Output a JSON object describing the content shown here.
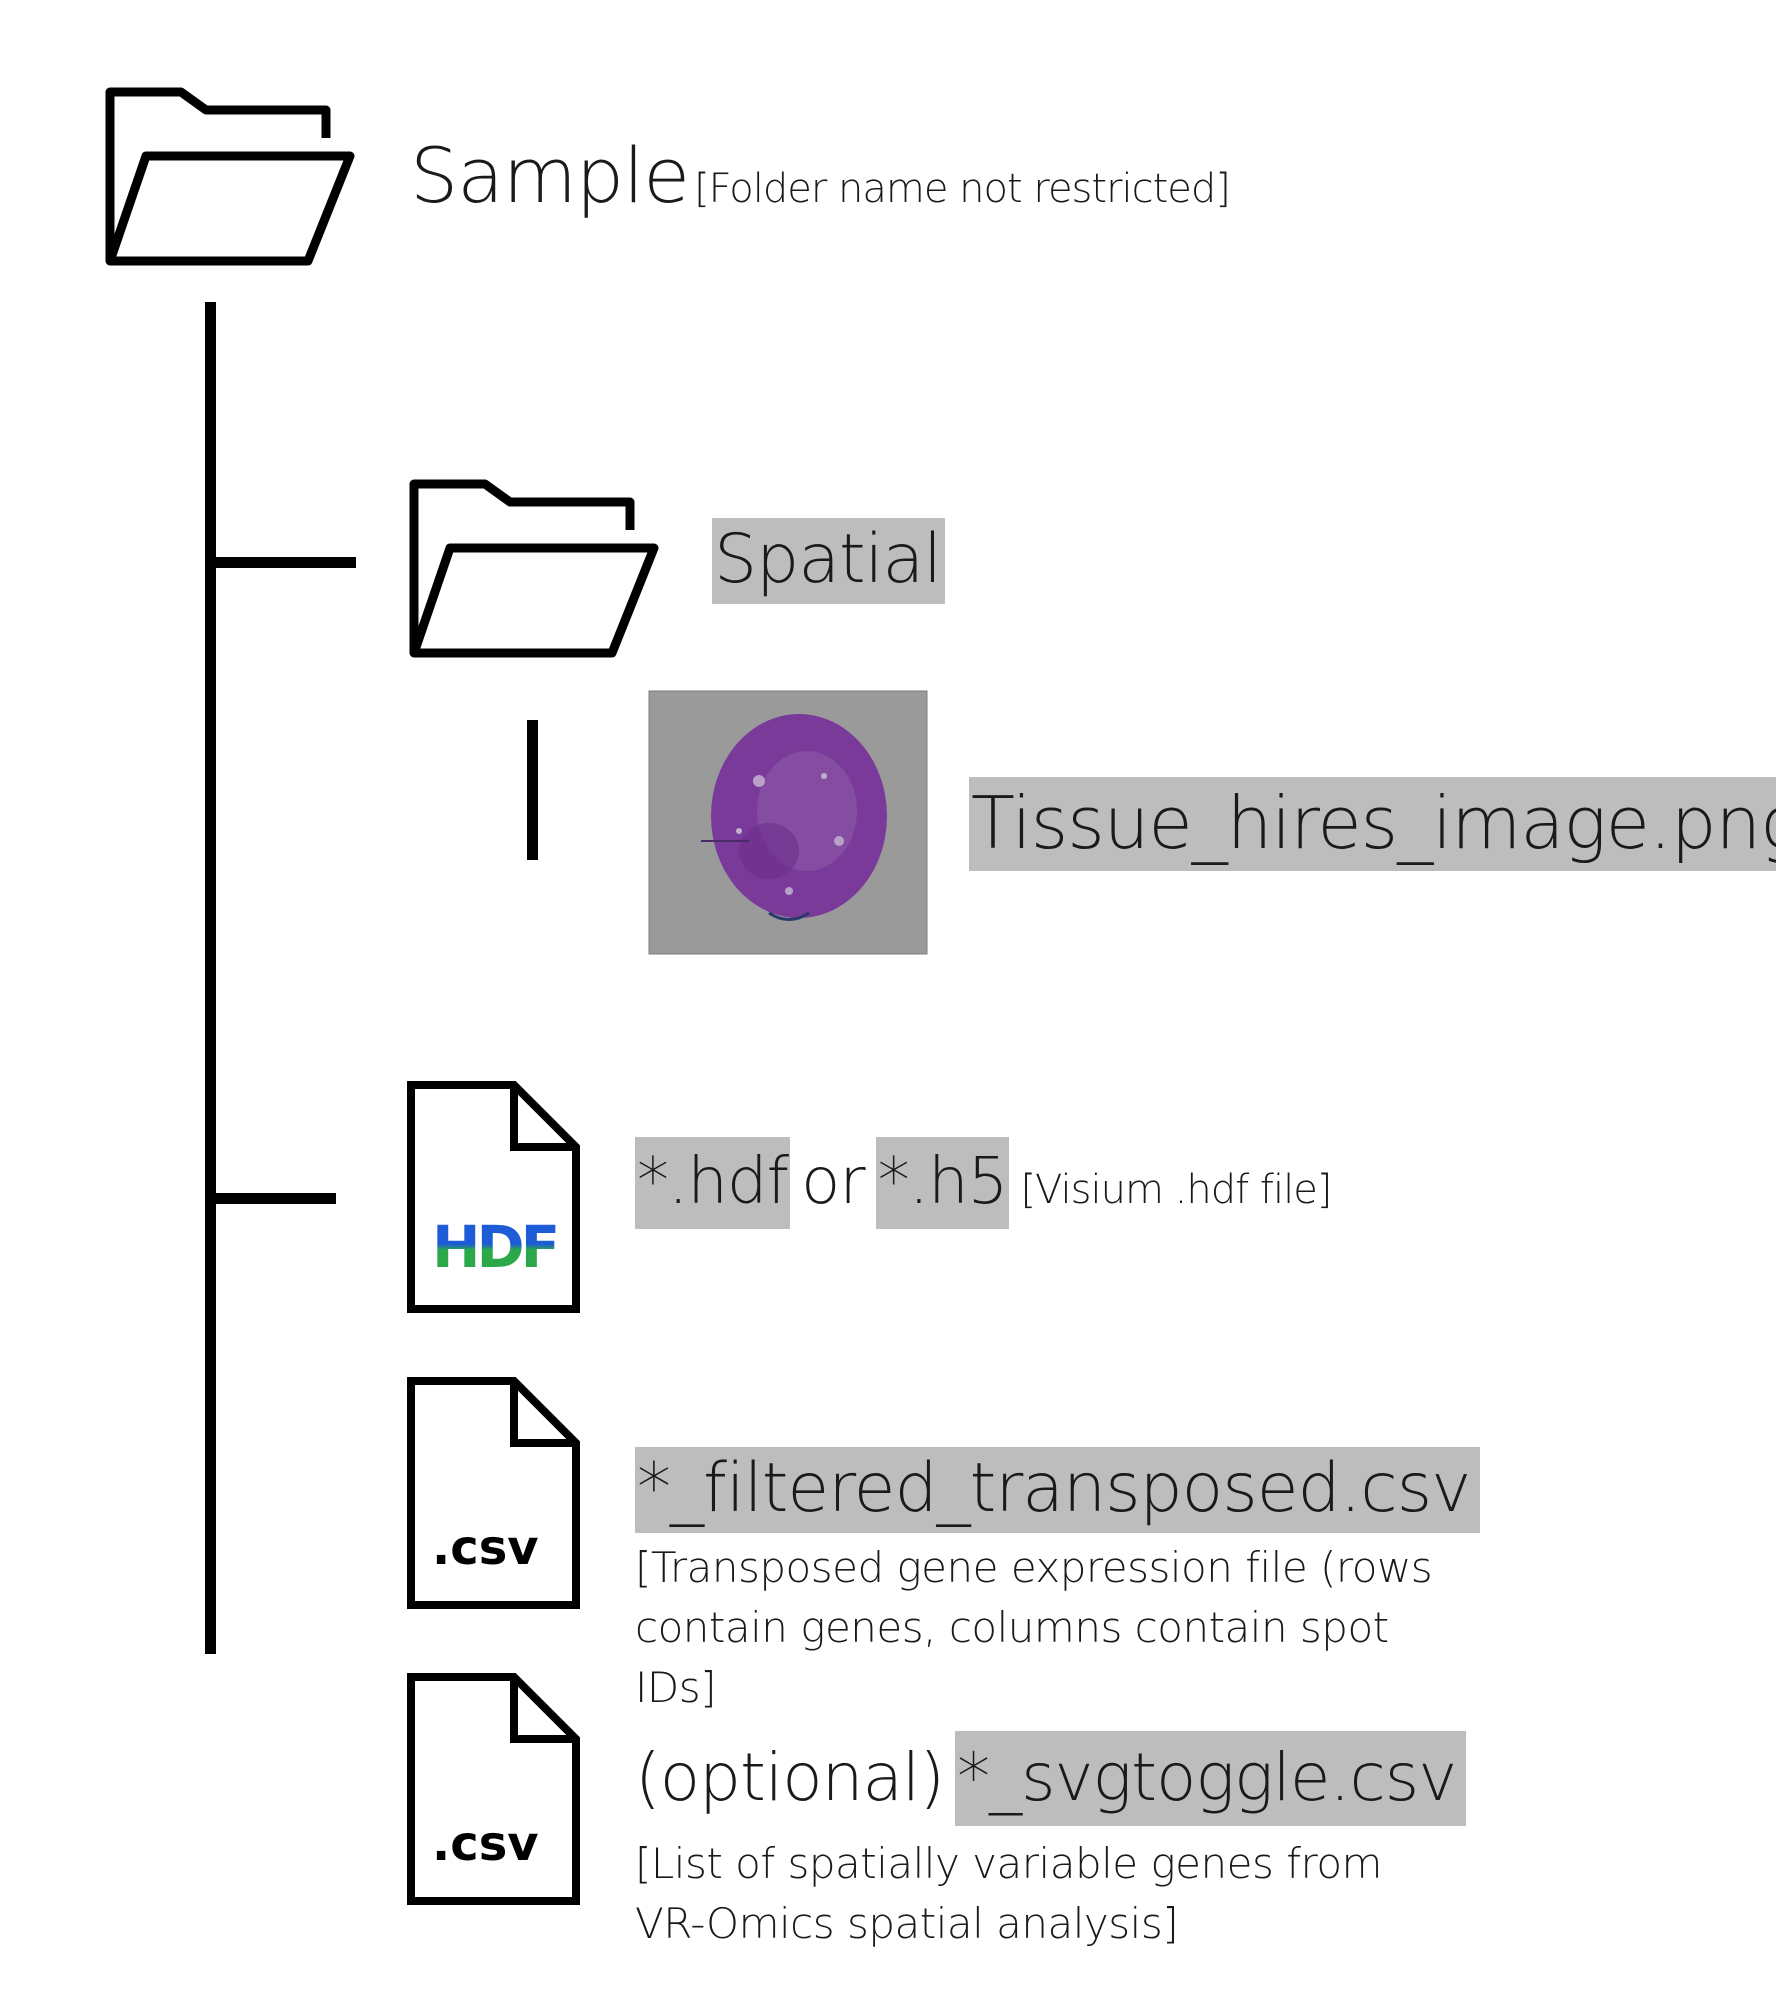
{
  "root": {
    "name": "Sample",
    "note": "[Folder name not restricted]"
  },
  "spatial_folder": {
    "name": "Spatial",
    "image_file": "Tissue_hires_image.png"
  },
  "hdf_file": {
    "ext1": "*.hdf",
    "connector": "or",
    "ext2": "*.h5",
    "note": "[Visium .hdf file]",
    "logo_text": "HDF",
    "logo_colors": [
      "#1e5bd6",
      "#2aa84a"
    ]
  },
  "csv_file": {
    "icon_text": ".csv",
    "name": "*_filtered_transposed.csv",
    "desc": "[Transposed gene expression file (rows contain genes, columns contain spot IDs]"
  },
  "svg_file": {
    "icon_text": ".csv",
    "prefix": "(optional)",
    "name": "*_svgtoggle.csv",
    "desc": "[List of spatially variable genes from VR-Omics spatial analysis]"
  },
  "colors": {
    "highlight": "#bdbdbd",
    "line": "#000000",
    "tissue": "#7a3a9a",
    "image_bg": "#9a9a9a"
  }
}
